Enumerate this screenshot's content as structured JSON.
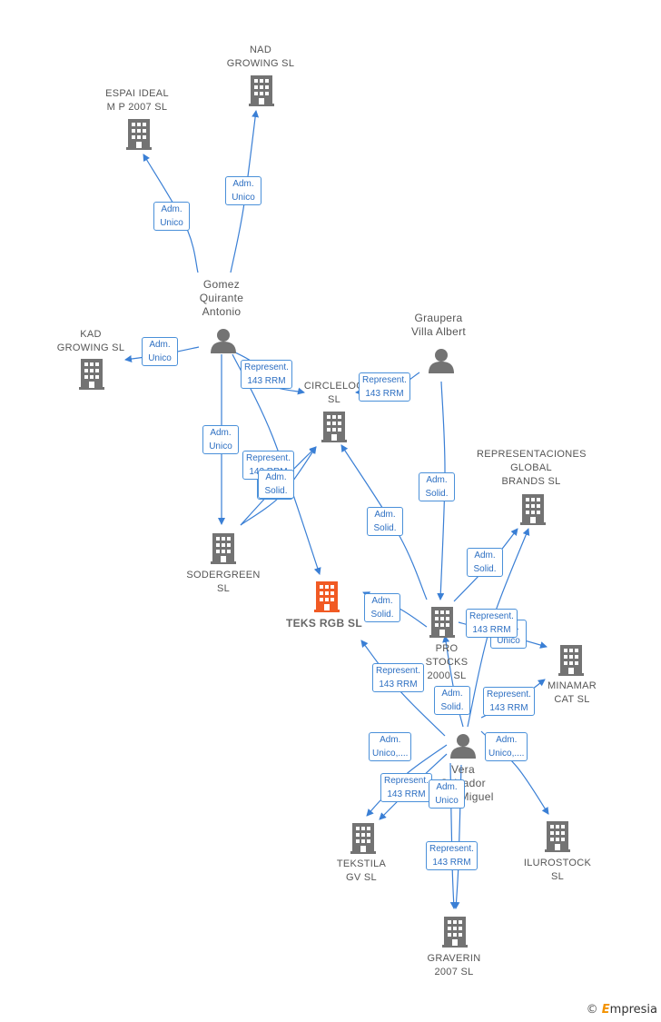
{
  "colors": {
    "company": "#737373",
    "main_company": "#f15a24",
    "person": "#737373",
    "edge": "#3a7fd5"
  },
  "nodes": [
    {
      "id": "nad",
      "kind": "company",
      "label": "NAD\nGROWING  SL"
    },
    {
      "id": "espai",
      "kind": "company",
      "label": "ESPAI IDEAL\nM P 2007  SL"
    },
    {
      "id": "gomez",
      "kind": "person",
      "label": "Gomez\nQuirante\nAntonio"
    },
    {
      "id": "kad",
      "kind": "company",
      "label": "KAD\nGROWING SL"
    },
    {
      "id": "circlelog",
      "kind": "company",
      "label": "CIRCLELOG\nSL"
    },
    {
      "id": "graupera",
      "kind": "person",
      "label": "Graupera\nVilla Albert"
    },
    {
      "id": "repglobal",
      "kind": "company",
      "label": "REPRESENTACIONES\nGLOBAL\nBRANDS  SL"
    },
    {
      "id": "sodergreen",
      "kind": "company",
      "label": "SODERGREEN\nSL"
    },
    {
      "id": "teks",
      "kind": "main",
      "label": "TEKS RGB  SL"
    },
    {
      "id": "prostocks",
      "kind": "company",
      "label": "PRO\nSTOCKS\n2000 SL"
    },
    {
      "id": "minamar",
      "kind": "company",
      "label": "MINAMAR\nCAT  SL"
    },
    {
      "id": "vera",
      "kind": "person",
      "label": "Vera\nSalvador\nJose Miguel"
    },
    {
      "id": "tekstila",
      "kind": "company",
      "label": "TEKSTILA\nGV  SL"
    },
    {
      "id": "ilurostock",
      "kind": "company",
      "label": "ILUROSTOCK\nSL"
    },
    {
      "id": "graverin",
      "kind": "company",
      "label": "GRAVERIN\n2007  SL"
    }
  ],
  "edges": [
    {
      "from": "gomez",
      "to": "nad",
      "label": "Adm.\nUnico"
    },
    {
      "from": "gomez",
      "to": "espai",
      "label": "Adm.\nUnico"
    },
    {
      "from": "gomez",
      "to": "kad",
      "label": "Adm.\nUnico"
    },
    {
      "from": "gomez",
      "to": "circlelog",
      "label": "Represent.\n143 RRM"
    },
    {
      "from": "gomez",
      "to": "sodergreen",
      "label": "Adm.\nUnico"
    },
    {
      "from": "gomez",
      "to": "teks",
      "label": "Adm.\nSolid."
    },
    {
      "from": "sodergreen",
      "to": "circlelog",
      "label": "Represent.\n143 RRM"
    },
    {
      "from": "sodergreen",
      "to": "circlelog",
      "label": "Adm.\nSolid."
    },
    {
      "from": "graupera",
      "to": "circlelog",
      "label": "Represent.\n143 RRM"
    },
    {
      "from": "graupera",
      "to": "prostocks",
      "label": "Adm.\nSolid."
    },
    {
      "from": "prostocks",
      "to": "circlelog",
      "label": "Adm.\nSolid."
    },
    {
      "from": "prostocks",
      "to": "repglobal",
      "label": "Adm.\nSolid."
    },
    {
      "from": "prostocks",
      "to": "teks",
      "label": "Adm.\nSolid."
    },
    {
      "from": "prostocks",
      "to": "minamar",
      "label": "Adm.\nUnico"
    },
    {
      "from": "vera",
      "to": "repglobal",
      "label": "Represent.\n143 RRM"
    },
    {
      "from": "vera",
      "to": "teks",
      "label": "Represent.\n143 RRM"
    },
    {
      "from": "vera",
      "to": "minamar",
      "label": "Represent.\n143 RRM"
    },
    {
      "from": "vera",
      "to": "prostocks",
      "label": "Adm.\nSolid."
    },
    {
      "from": "vera",
      "to": "tekstila",
      "label": "Adm.\nUnico,...."
    },
    {
      "from": "vera",
      "to": "ilurostock",
      "label": "Adm.\nUnico,...."
    },
    {
      "from": "vera",
      "to": "tekstila",
      "label": "Represent.\n143 RRM"
    },
    {
      "from": "vera",
      "to": "graverin",
      "label": "Adm.\nUnico"
    },
    {
      "from": "vera",
      "to": "graverin",
      "label": "Represent.\n143 RRM"
    }
  ],
  "footer": {
    "copyright": "©",
    "brand_initial": "E",
    "brand_rest": "mpresia"
  }
}
